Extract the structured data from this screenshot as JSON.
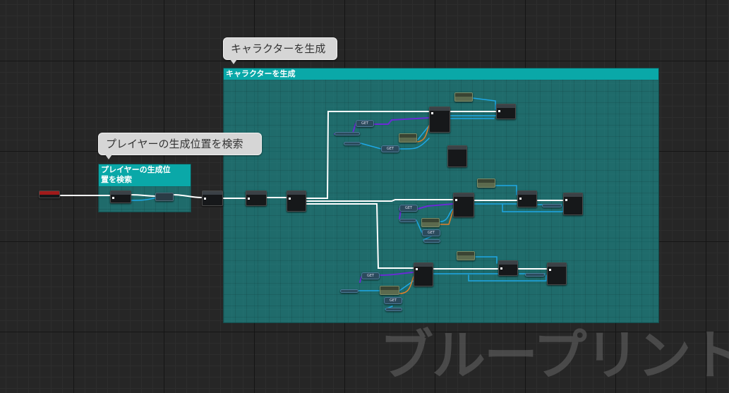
{
  "watermark": "ブループリント",
  "comments": {
    "spawn": {
      "title": "キャラクターを生成",
      "bubble": "キャラクターを生成"
    },
    "find": {
      "title": "プレイヤーの生成位置を検索",
      "title_line1": "プレイヤーの生成位",
      "title_line2": "置を検索",
      "bubble": "プレイヤーの生成位置を検索"
    }
  },
  "getter_label": "GET",
  "colors": {
    "exec": "#ffffff",
    "object": "#1ea8e6",
    "struct": "#6a2bd6",
    "float": "#e0802a",
    "comment_header": "#0aa8a8",
    "event_header": "#a01a1a"
  }
}
